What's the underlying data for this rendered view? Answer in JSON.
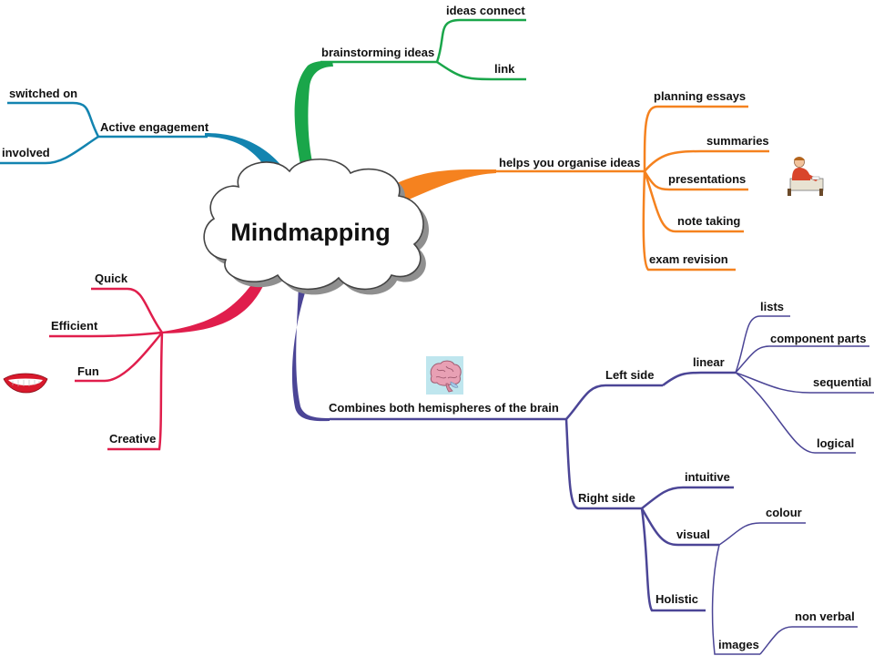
{
  "center": {
    "label": "Mindmapping"
  },
  "colors": {
    "green": "#1aa64a",
    "orange": "#f5821f",
    "teal": "#1384b0",
    "red": "#e01e4c",
    "purple": "#4b4596",
    "cloud_fill": "#ffffff",
    "cloud_shadow": "#8f8f8f"
  },
  "branches": {
    "green": {
      "label": "brainstorming ideas",
      "children": [
        "ideas connect",
        "link"
      ]
    },
    "orange": {
      "label": "helps you organise ideas",
      "children": [
        "planning essays",
        "summaries",
        "presentations",
        "note taking",
        "exam revision"
      ],
      "icon": "person-writing-icon"
    },
    "teal": {
      "label": "Active engagement",
      "children": [
        "switched on",
        "involved"
      ]
    },
    "red": {
      "label": "",
      "children": [
        "Quick",
        "Efficient",
        "Fun",
        "Creative"
      ],
      "icon": "smiling-mouth-icon"
    },
    "purple": {
      "label": "Combines both hemispheres of the brain",
      "icon": "brain-icon",
      "left": {
        "label": "Left side",
        "linear": {
          "label": "linear",
          "children": [
            "lists",
            "component parts",
            "sequential",
            "logical"
          ]
        }
      },
      "right": {
        "label": "Right side",
        "intuitive": "intuitive",
        "visual": {
          "label": "visual",
          "colour": "colour",
          "images": {
            "label": "images",
            "non_verbal": "non verbal"
          }
        },
        "holistic": "Holistic"
      }
    }
  }
}
